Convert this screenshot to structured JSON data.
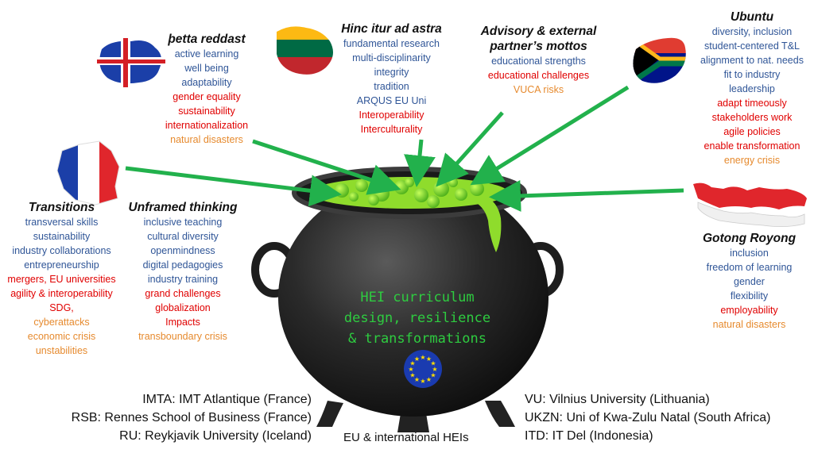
{
  "groups": {
    "iceland": {
      "title": "þetta reddast",
      "items": [
        {
          "text": "active learning",
          "color": "blue"
        },
        {
          "text": "well being",
          "color": "blue"
        },
        {
          "text": "adaptability",
          "color": "blue"
        },
        {
          "text": "gender equality",
          "color": "red"
        },
        {
          "text": "sustainability",
          "color": "red"
        },
        {
          "text": "internationalization",
          "color": "red"
        },
        {
          "text": "natural disasters",
          "color": "orange"
        }
      ]
    },
    "lithuania": {
      "title": "Hinc itur ad astra",
      "items": [
        {
          "text": "fundamental research",
          "color": "blue"
        },
        {
          "text": "multi-disciplinarity",
          "color": "blue"
        },
        {
          "text": "integrity",
          "color": "blue"
        },
        {
          "text": "tradition",
          "color": "blue"
        },
        {
          "text": "ARQUS EU Uni",
          "color": "blue"
        },
        {
          "text": "Interoperability",
          "color": "red"
        },
        {
          "text": "Interculturality",
          "color": "red"
        }
      ]
    },
    "advisory": {
      "title_line1": "Advisory & external",
      "title_line2": "partner’s mottos",
      "items": [
        {
          "text": "educational strengths",
          "color": "blue"
        },
        {
          "text": "educational challenges",
          "color": "red"
        },
        {
          "text": "VUCA risks",
          "color": "orange"
        }
      ]
    },
    "ubuntu": {
      "title": "Ubuntu",
      "items": [
        {
          "text": "diversity, inclusion",
          "color": "blue"
        },
        {
          "text": "student-centered T&L",
          "color": "blue"
        },
        {
          "text": "alignment to nat. needs",
          "color": "blue"
        },
        {
          "text": "fit to industry",
          "color": "blue"
        },
        {
          "text": "leadership",
          "color": "blue"
        },
        {
          "text": "adapt timeously",
          "color": "red"
        },
        {
          "text": "stakeholders work",
          "color": "red"
        },
        {
          "text": "agile policies",
          "color": "red"
        },
        {
          "text": "enable transformation",
          "color": "red"
        },
        {
          "text": "energy crisis",
          "color": "orange"
        }
      ]
    },
    "transitions": {
      "title": "Transitions",
      "items": [
        {
          "text": "transversal skills",
          "color": "blue"
        },
        {
          "text": "sustainability",
          "color": "blue"
        },
        {
          "text": "industry collaborations",
          "color": "blue"
        },
        {
          "text": "entrepreneurship",
          "color": "blue"
        },
        {
          "text": "mergers, EU universities",
          "color": "red"
        },
        {
          "text": "agility & interoperability",
          "color": "red"
        },
        {
          "text": "SDG,",
          "color": "red"
        },
        {
          "text": "cyberattacks",
          "color": "orange"
        },
        {
          "text": "economic crisis",
          "color": "orange"
        },
        {
          "text": "unstabilities",
          "color": "orange"
        }
      ]
    },
    "unframed": {
      "title": "Unframed thinking",
      "items": [
        {
          "text": "inclusive teaching",
          "color": "blue"
        },
        {
          "text": "cultural diversity",
          "color": "blue"
        },
        {
          "text": "openmindness",
          "color": "blue"
        },
        {
          "text": "digital pedagogies",
          "color": "blue"
        },
        {
          "text": "industry training",
          "color": "blue"
        },
        {
          "text": "grand challenges",
          "color": "red"
        },
        {
          "text": "globalization",
          "color": "red"
        },
        {
          "text": "Impacts",
          "color": "red"
        },
        {
          "text": "transboundary crisis",
          "color": "orange"
        }
      ]
    },
    "gotong": {
      "title": "Gotong Royong",
      "items": [
        {
          "text": "inclusion",
          "color": "blue"
        },
        {
          "text": "freedom of learning",
          "color": "blue"
        },
        {
          "text": "gender",
          "color": "blue"
        },
        {
          "text": "flexibility",
          "color": "blue"
        },
        {
          "text": "employability",
          "color": "red"
        },
        {
          "text": "natural disasters",
          "color": "orange"
        }
      ]
    }
  },
  "cauldron": {
    "line1": "HEI curriculum",
    "line2": "design, resilience",
    "line3": "& transformations",
    "bottom_label": "EU & international HEIs"
  },
  "legend_left": [
    "IMTA: IMT Atlantique (France)",
    "RSB: Rennes School of Business (France)",
    "RU: Reykjavik University (Iceland)"
  ],
  "legend_right": [
    "VU: Vilnius University (Lithuania)",
    "UKZN: Uni of Kwa-Zulu Natal (South Africa)",
    "ITD: IT Del (Indonesia)"
  ],
  "colors": {
    "blue": "#2f5597",
    "red": "#e00000",
    "orange": "#e68a2e",
    "arrow": "#22b14c",
    "potion": "#7ed321"
  }
}
